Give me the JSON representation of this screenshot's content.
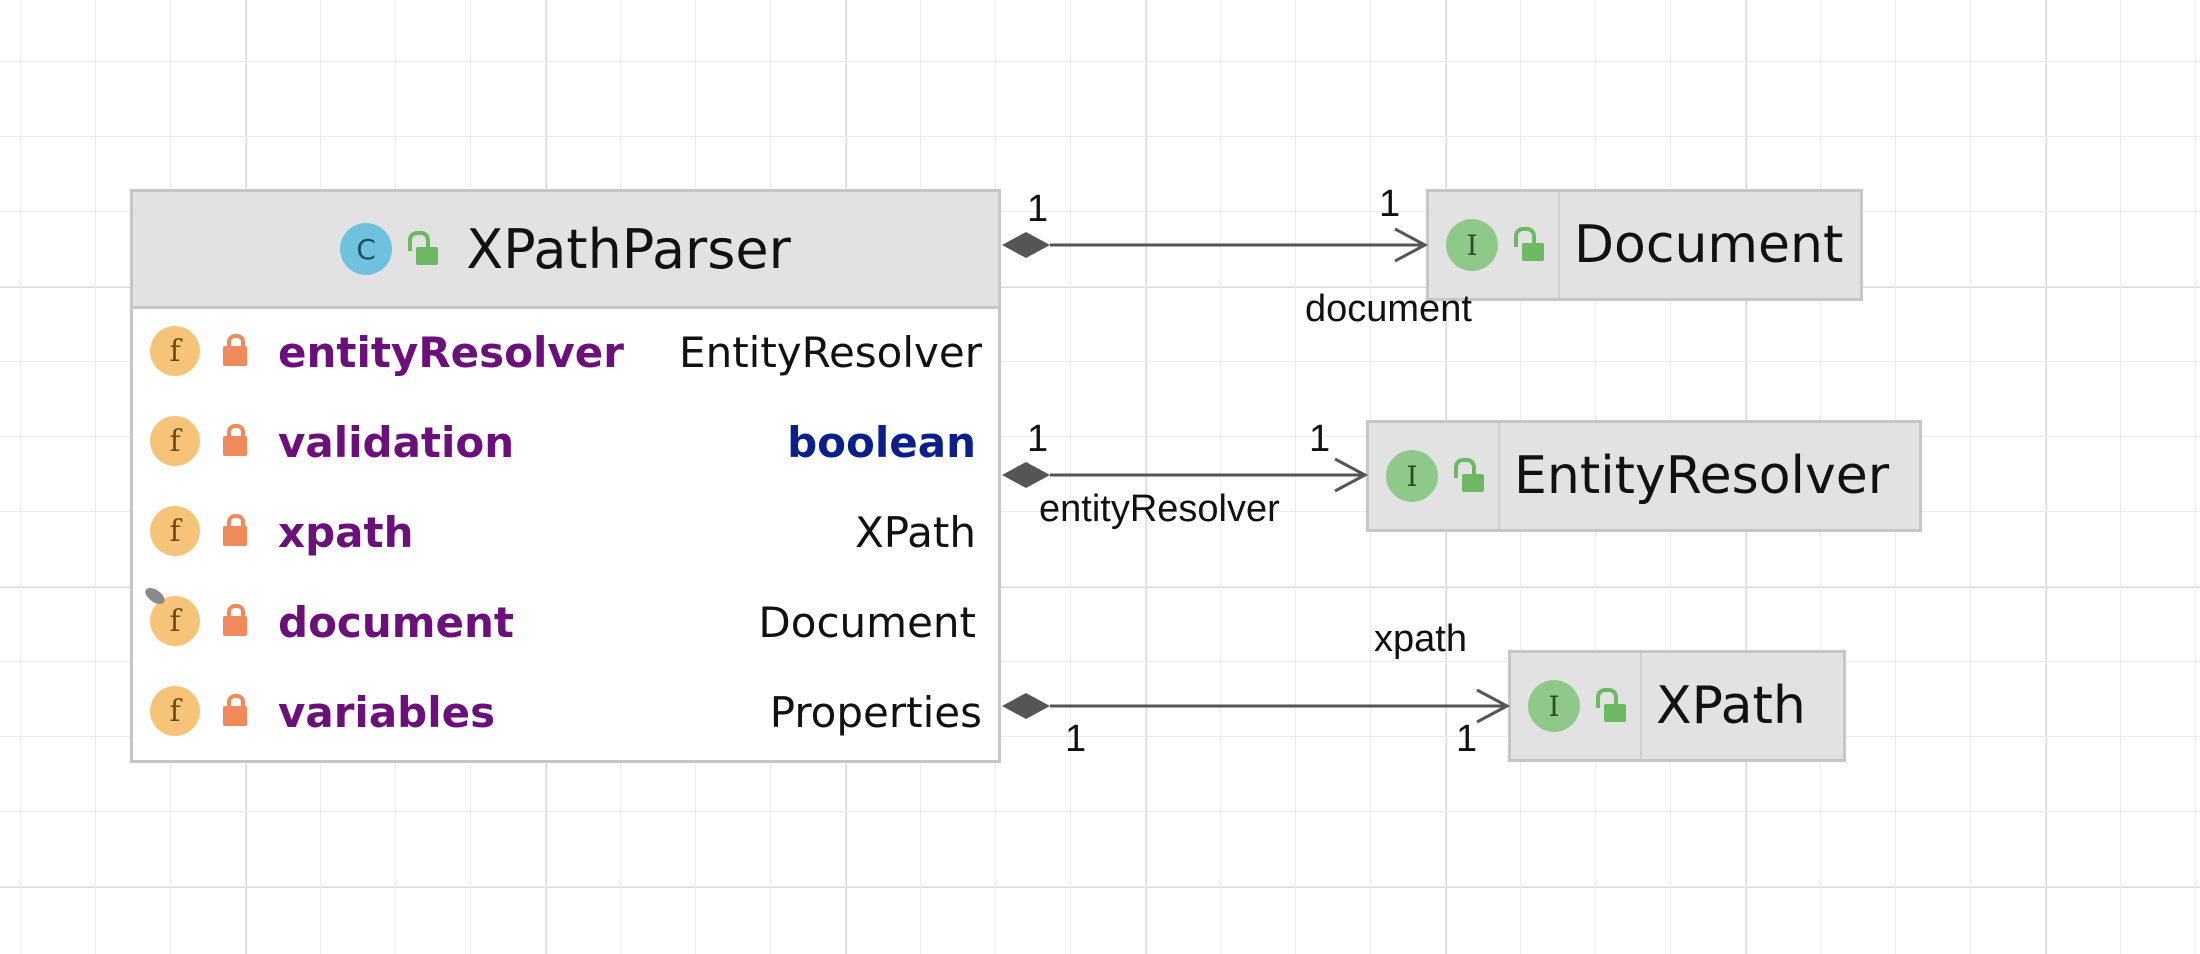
{
  "main_class": {
    "name": "XPathParser",
    "icon": "class-icon",
    "icon_letter": "C",
    "fields": [
      {
        "name": "entityResolver",
        "type": "EntityResolver"
      },
      {
        "name": "validation",
        "type": "boolean"
      },
      {
        "name": "xpath",
        "type": "XPath"
      },
      {
        "name": "document",
        "type": "Document"
      },
      {
        "name": "variables",
        "type": "Properties"
      }
    ],
    "field_icon_letter": "f"
  },
  "interfaces": [
    {
      "name": "Document",
      "icon_letter": "I"
    },
    {
      "name": "EntityResolver",
      "icon_letter": "I"
    },
    {
      "name": "XPath",
      "icon_letter": "I"
    }
  ],
  "associations": [
    {
      "role": "document",
      "source_multiplicity": "1",
      "target_multiplicity": "1"
    },
    {
      "role": "entityResolver",
      "source_multiplicity": "1",
      "target_multiplicity": "1"
    },
    {
      "role": "xpath",
      "source_multiplicity": "1",
      "target_multiplicity": "1"
    }
  ],
  "colors": {
    "field_name": "#6b0f7a",
    "primitive_type": "#0b1f8a",
    "class_icon": "#6ec2dd",
    "interface_icon": "#8fc98a",
    "field_icon": "#f6c479",
    "lock_private": "#f08a5d",
    "unlock_public": "#6cb863"
  }
}
